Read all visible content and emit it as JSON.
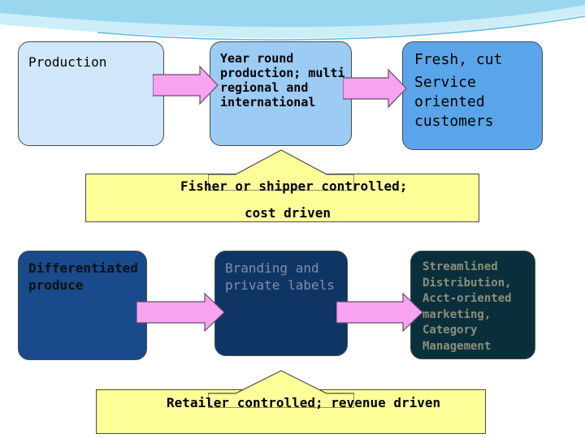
{
  "row1": {
    "production": "Production",
    "year_round": "Year round production; multi regional and international",
    "fresh_cut": "Fresh, cut",
    "service": "Service oriented customers"
  },
  "middle_banner": {
    "line1": "Fisher or shipper controlled;",
    "line2": "cost driven"
  },
  "row2": {
    "differentiated": "Differentiated produce",
    "branding": "Branding and private labels",
    "streamlined": "Streamlined Distribution, Acct-oriented marketing, Category Management"
  },
  "bottom_banner": {
    "text": "Retailer controlled; revenue driven"
  },
  "colors": {
    "box_light_1": "#cfe6fb",
    "box_light_2": "#9ccbf4",
    "box_light_3": "#5aa5ea",
    "box_dark_1": "#184a8c",
    "box_dark_2": "#0f3565",
    "box_dark_3": "#0a2f3c",
    "arrow_fill": "#f7a3f0",
    "banner_fill": "#ffff99"
  }
}
